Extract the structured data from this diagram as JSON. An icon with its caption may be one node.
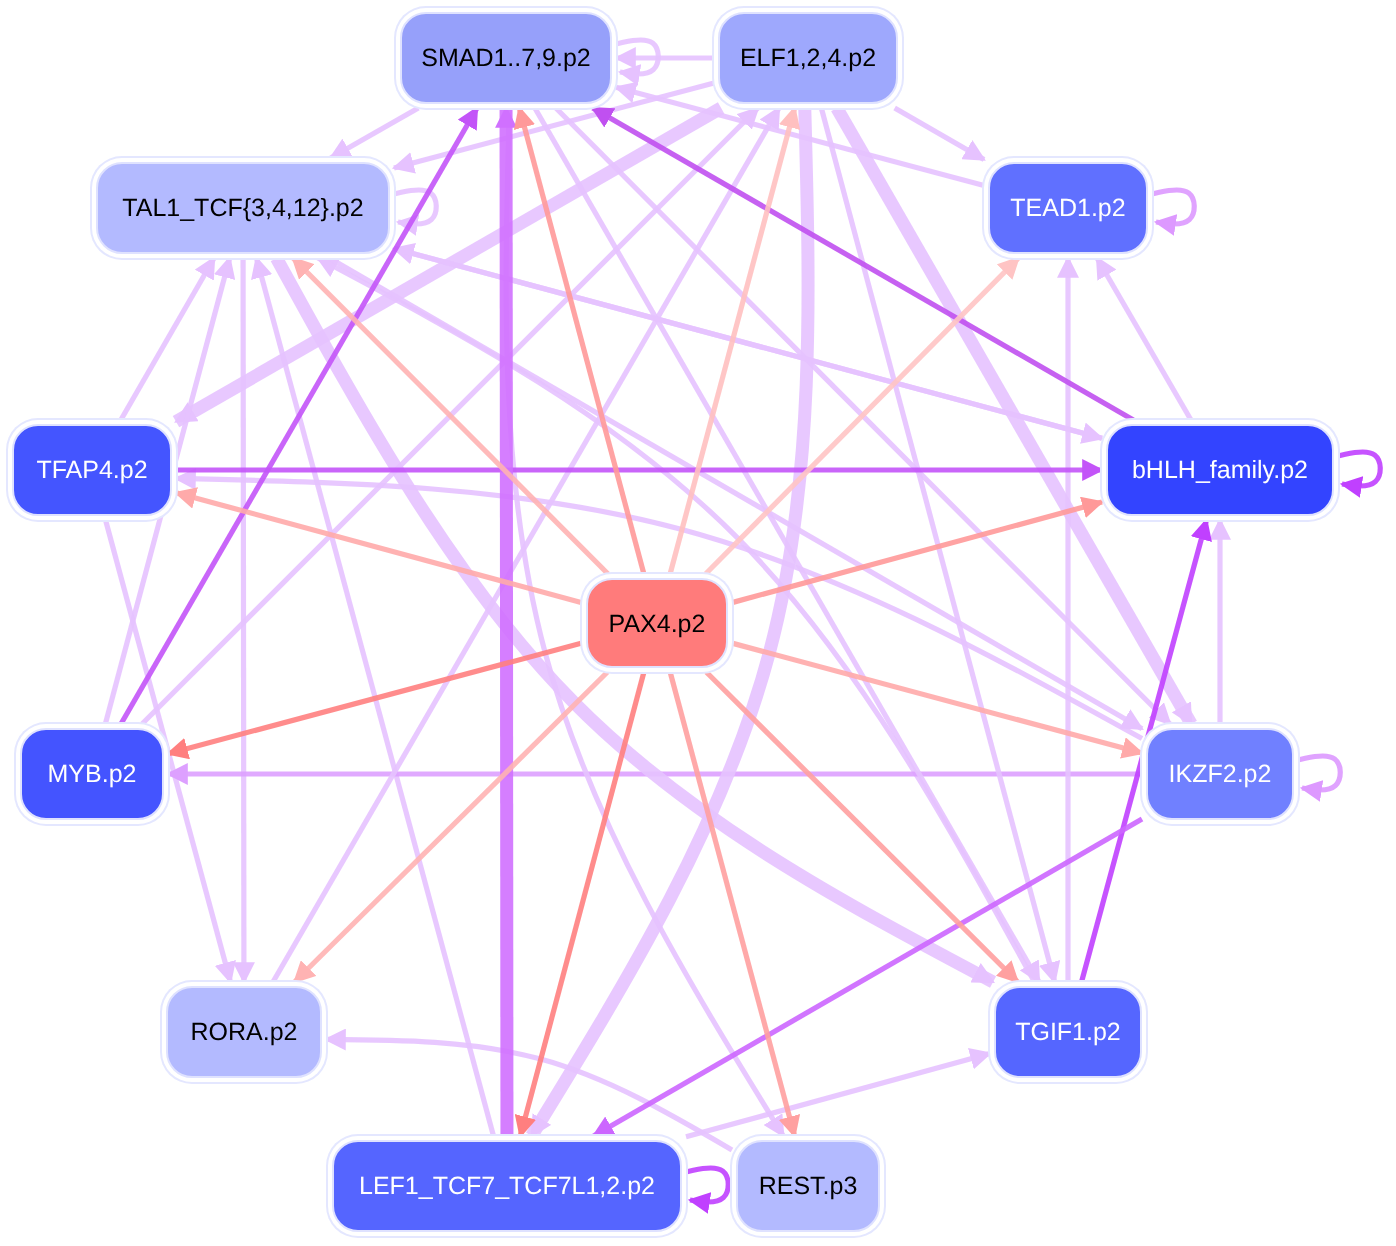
{
  "diagram": {
    "nodes": [
      {
        "text": [
          "SMAD1..7,9.p2"
        ]
      },
      {
        "text": [
          "ELF1,2,4.p2"
        ]
      },
      {
        "text": [
          "TAL1_TCF{3,4,12}.p2"
        ]
      },
      {
        "text": [
          "TEAD1.p2"
        ]
      },
      {
        "text": [
          "TFAP4.p2"
        ]
      },
      {
        "text": [
          "bHLH_family.p2"
        ]
      },
      {
        "text": [
          "PAX4.p2"
        ]
      },
      {
        "text": [
          "MYB.p2"
        ]
      },
      {
        "text": [
          "IKZF2.p2"
        ]
      },
      {
        "text": [
          "RORA.p2"
        ]
      },
      {
        "text": [
          "TGIF1.p2"
        ]
      },
      {
        "text": [
          "LEF1_TCF7_TCF7L1,2.p2"
        ]
      },
      {
        "text": [
          "REST.p3"
        ]
      }
    ],
    "edges": [
      {
        "from": 0,
        "to": 2,
        "arrow": "to"
      },
      {
        "from": 1,
        "to": 0,
        "arrow": "to"
      },
      {
        "from": 3,
        "to": 0,
        "arrow": "to"
      },
      {
        "from": 1,
        "to": 3,
        "arrow": "to"
      },
      {
        "from": 1,
        "to": 2,
        "arrow": "to"
      },
      {
        "from": 1,
        "to": 4,
        "arrow": "to",
        "style": "thick"
      },
      {
        "from": 5,
        "to": 2,
        "arrow": "to"
      },
      {
        "from": 4,
        "to": 2,
        "arrow": "to"
      },
      {
        "from": 7,
        "to": 2,
        "arrow": "to"
      },
      {
        "from": 11,
        "to": 2,
        "arrow": "to"
      },
      {
        "from": 10,
        "to": 2,
        "arrow": "to"
      },
      {
        "from": 2,
        "to": 9,
        "arrow": "to"
      },
      {
        "from": 4,
        "to": 9,
        "arrow": "to"
      },
      {
        "from": 8,
        "to": 7,
        "arrow": "to",
        "color": "#dda0ff"
      },
      {
        "from": 8,
        "to": 4,
        "arrow": "to"
      },
      {
        "from": 1,
        "to": 8,
        "arrow": "to",
        "style": "thick"
      },
      {
        "from": 0,
        "to": 8,
        "arrow": "to"
      },
      {
        "from": 2,
        "to": 8,
        "arrow": "to"
      },
      {
        "from": 1,
        "to": 10,
        "arrow": "to"
      },
      {
        "from": 0,
        "to": 10,
        "arrow": "to"
      },
      {
        "from": 2,
        "to": 10,
        "arrow": "to",
        "style": "thick"
      },
      {
        "from": 0,
        "to": 12,
        "arrow": "to"
      },
      {
        "from": 1,
        "to": 11,
        "arrow": "to",
        "style": "thick"
      },
      {
        "from": 9,
        "to": 1,
        "arrow": "to"
      },
      {
        "from": 11,
        "to": 10,
        "arrow": "to"
      },
      {
        "from": 12,
        "to": 9,
        "arrow": "to"
      },
      {
        "from": 8,
        "to": 5,
        "arrow": "to"
      },
      {
        "from": 10,
        "to": 3,
        "arrow": "to"
      },
      {
        "from": 5,
        "to": 3,
        "arrow": "to"
      },
      {
        "from": 7,
        "to": 1,
        "arrow": "to"
      },
      {
        "from": 2,
        "to": 5,
        "arrow": "to"
      },
      {
        "from": 2,
        "to": 2,
        "arrow": "to"
      },
      {
        "from": 0,
        "to": 0,
        "arrow": "to"
      },
      {
        "from": 3,
        "to": 3,
        "arrow": "to",
        "color": "#dd99ff"
      },
      {
        "from": 8,
        "to": 8,
        "arrow": "to",
        "color": "#dd99ff"
      },
      {
        "from": 5,
        "to": 5,
        "arrow": "to",
        "color": "#c040ff"
      },
      {
        "from": 11,
        "to": 11,
        "arrow": "to",
        "color": "#c040ff"
      },
      {
        "from": 7,
        "to": 0,
        "arrow": "to",
        "color": "#c354f8"
      },
      {
        "from": 4,
        "to": 5,
        "arrow": "to",
        "color": "#c354f8"
      },
      {
        "from": 10,
        "to": 5,
        "arrow": "to",
        "color": "#c040ff"
      },
      {
        "from": 8,
        "to": 11,
        "arrow": "to",
        "color": "#cc66ff"
      },
      {
        "from": 5,
        "to": 0,
        "arrow": "to",
        "color": "#c050f0"
      },
      {
        "from": 11,
        "to": 0,
        "arrow": "to",
        "color": "#d070ff",
        "style": "thick"
      },
      {
        "from": 6,
        "to": 0,
        "arrow": "to",
        "color": "#ff9999"
      },
      {
        "from": 6,
        "to": 1,
        "arrow": "to",
        "color": "#ffc0c0"
      },
      {
        "from": 6,
        "to": 2,
        "arrow": "to",
        "color": "#ffb3b3"
      },
      {
        "from": 6,
        "to": 3,
        "arrow": "to",
        "color": "#ffc4c4"
      },
      {
        "from": 6,
        "to": 4,
        "arrow": "to",
        "color": "#ffaaaa"
      },
      {
        "from": 6,
        "to": 5,
        "arrow": "to",
        "color": "#ff9999"
      },
      {
        "from": 6,
        "to": 7,
        "arrow": "to",
        "color": "#ff7f7f"
      },
      {
        "from": 6,
        "to": 8,
        "arrow": "to",
        "color": "#ffaaaa"
      },
      {
        "from": 6,
        "to": 9,
        "arrow": "to",
        "color": "#ffb3b3"
      },
      {
        "from": 6,
        "to": 10,
        "arrow": "to",
        "color": "#ffa0a0"
      },
      {
        "from": 6,
        "to": 11,
        "arrow": "to",
        "color": "#ff7f7f"
      },
      {
        "from": 6,
        "to": 12,
        "arrow": "to",
        "color": "#ffa0a0"
      }
    ]
  }
}
